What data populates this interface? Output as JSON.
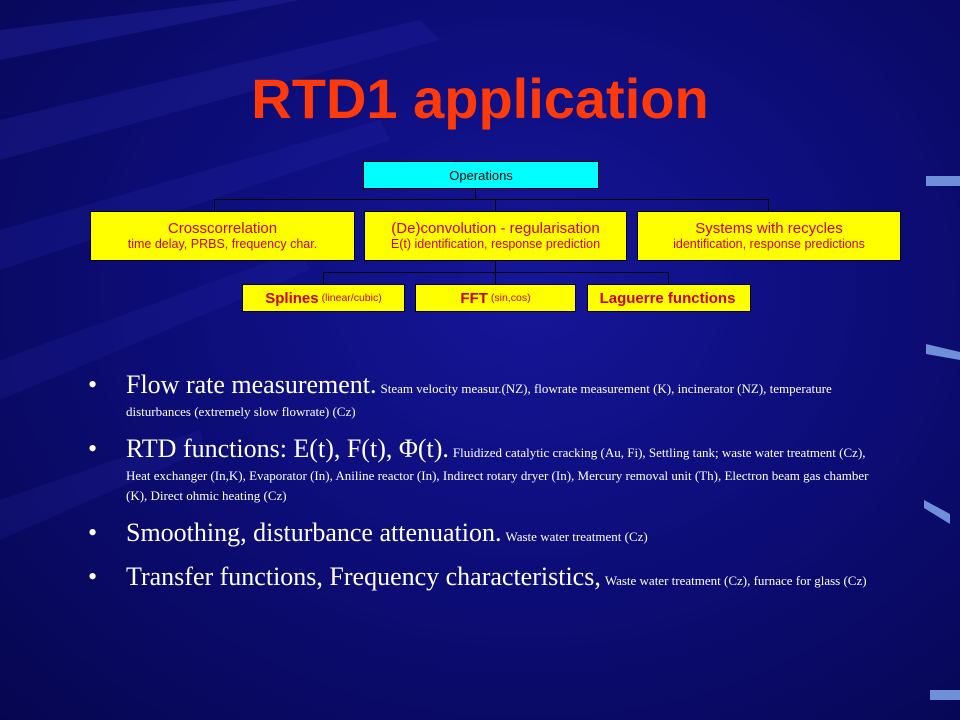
{
  "title": "RTD1 application",
  "diagram": {
    "operations": "Operations",
    "row1": [
      {
        "title": "Crosscorrelation",
        "subtitle": "time delay, PRBS, frequency char."
      },
      {
        "title": "(De)convolution - regularisation",
        "subtitle": "E(t) identification, response prediction"
      },
      {
        "title": "Systems with recycles",
        "subtitle": "identification, response predictions"
      }
    ],
    "row2": [
      {
        "title": "Splines",
        "subtitle": "(linear/cubic)"
      },
      {
        "title": "FFT",
        "subtitle": "(sin,cos)"
      },
      {
        "title": "Laguerre functions",
        "subtitle": ""
      }
    ]
  },
  "bullets": [
    {
      "bullet": "•",
      "main": "Flow rate measurement.",
      "detail": "Steam velocity measur.(NZ), flowrate measurement (K), incinerator (NZ), temperature disturbances (extremely slow flowrate) (Cz)"
    },
    {
      "bullet": "•",
      "main": "RTD functions:  E(t), F(t), Φ(t).",
      "detail": "Fluidized catalytic cracking  (Au, Fi), Settling tank; waste water treatment (Cz), Heat exchanger (In,K), Evaporator (In), Aniline reactor (In), Indirect rotary dryer (In), Mercury removal unit (Th), Electron beam gas chamber (K), Direct ohmic heating (Cz)"
    },
    {
      "bullet": "•",
      "main": "Smoothing, disturbance attenuation.",
      "detail": "Waste water treatment (Cz)"
    },
    {
      "bullet": "•",
      "main": "Transfer functions,  Frequency characteristics,",
      "detail": "Waste water treatment (Cz),  furnace for glass (Cz)"
    }
  ]
}
